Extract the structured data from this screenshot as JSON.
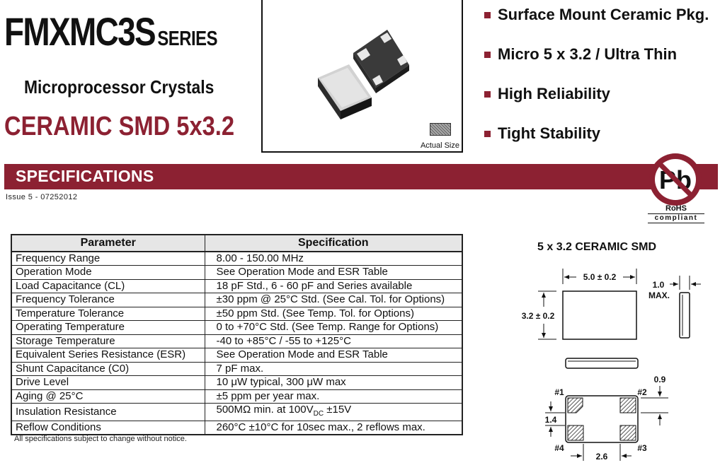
{
  "header": {
    "model": "FMXMC3S",
    "series_label": "SERIES",
    "subtitle": "Microprocessor Crystals",
    "package_title": "CERAMIC SMD 5x3.2"
  },
  "image_box": {
    "actual_size_label": "Actual Size"
  },
  "features": [
    "Surface Mount Ceramic Pkg.",
    "Micro 5 x 3.2 / Ultra Thin",
    "High Reliability",
    "Tight Stability"
  ],
  "specifications": {
    "title": "SPECIFICATIONS",
    "issue": "Issue 5 - 07252012"
  },
  "rohs": {
    "symbol": "Pb",
    "label": "RoHS",
    "compliant": "compliant"
  },
  "table": {
    "headers": [
      "Parameter",
      "Specification"
    ],
    "rows": [
      [
        "Frequency Range",
        "8.00 - 150.00 MHz"
      ],
      [
        "Operation Mode",
        "See Operation Mode and ESR Table"
      ],
      [
        "Load Capacitance (CL)",
        "18 pF Std., 6 - 60 pF and Series available"
      ],
      [
        "Frequency Tolerance",
        "±30 ppm @ 25°C Std. (See Cal. Tol. for Options)"
      ],
      [
        "Temperature Tolerance",
        "±50 ppm Std.  (See Temp. Tol. for Options)"
      ],
      [
        "Operating Temperature",
        "0 to +70°C Std.  (See Temp. Range for Options)"
      ],
      [
        "Storage Temperature",
        "-40 to +85°C / -55 to +125°C"
      ],
      [
        "Equivalent Series Resistance (ESR)",
        "See Operation Mode and ESR Table"
      ],
      [
        "Shunt Capacitance (C0)",
        "7 pF max."
      ],
      [
        "Drive Level",
        "10 μW typical, 300 μW max"
      ],
      [
        "Aging @ 25°C",
        "±5 ppm per year max."
      ],
      [
        "Insulation Resistance",
        "500MΩ min. at 100V",
        "DC",
        " ±15V"
      ],
      [
        "Reflow Conditions",
        "260°C ±10°C for 10sec max., 2 reflows max."
      ]
    ],
    "note": "All specifications subject to change without notice."
  },
  "diagram": {
    "title": "5 x 3.2 CERAMIC SMD",
    "width_dim": "5.0 ± 0.2",
    "height_dim": "3.2 ± 0.2",
    "thickness_dim": "1.0",
    "thickness_max": "MAX.",
    "pad_dim": "0.9",
    "pad_spacing_v": "1.4",
    "pad_spacing_h": "2.6",
    "pin1": "#1",
    "pin2": "#2",
    "pin3": "#3",
    "pin4": "#4"
  },
  "colors": {
    "accent": "#8c2132"
  }
}
